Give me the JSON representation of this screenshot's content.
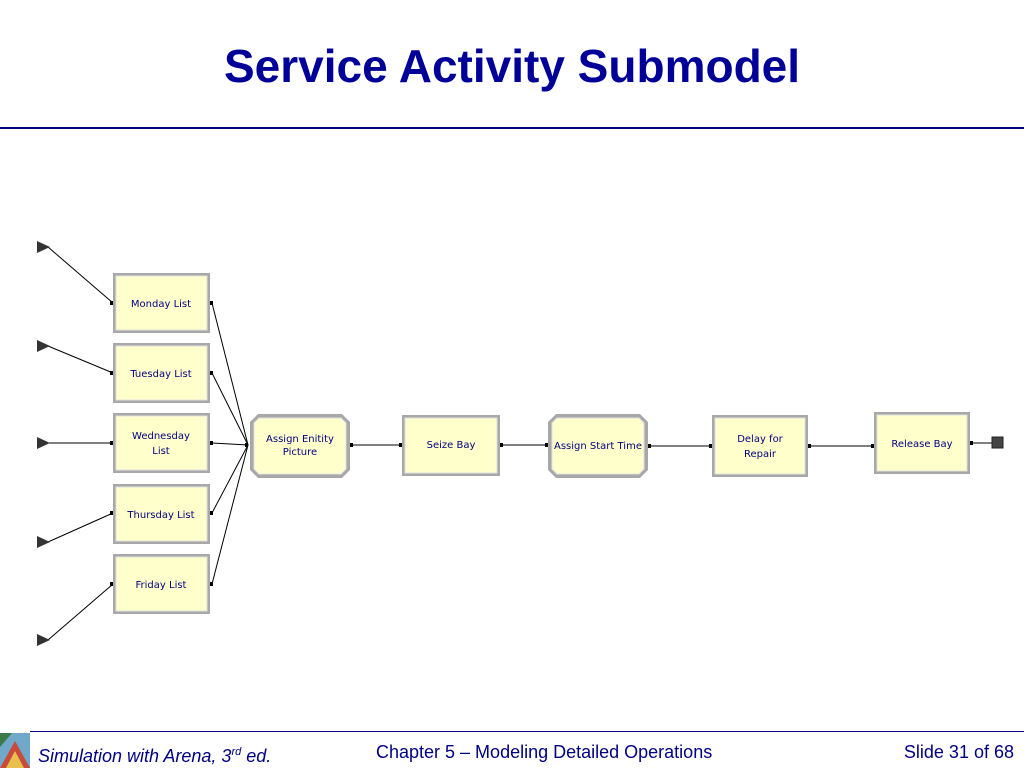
{
  "slide": {
    "title": "Service Activity Submodel"
  },
  "modules": {
    "monday": {
      "line1": "Monday List"
    },
    "tuesday": {
      "line1": "Tuesday List"
    },
    "wednesday": {
      "line1": "Wednesday",
      "line2": "List"
    },
    "thursday": {
      "line1": "Thursday List"
    },
    "friday": {
      "line1": "Friday List"
    },
    "assign_picture": {
      "line1": "Assign Enitity",
      "line2": "Picture"
    },
    "seize_bay": {
      "line1": "Seize Bay"
    },
    "assign_start": {
      "line1": "Assign Start Time"
    },
    "delay_repair": {
      "line1": "Delay for",
      "line2": "Repair"
    },
    "release_bay": {
      "line1": "Release Bay"
    }
  },
  "footer": {
    "book": "Simulation with Arena, 3",
    "book_sup": "rd",
    "book_end": " ed.",
    "chapter": "Chapter 5 – Modeling Detailed Operations",
    "slide": "Slide 31 of 68"
  },
  "colors": {
    "title": "#000099",
    "module_fill": "#FFFFCC",
    "module_border": "#A0A0A0",
    "text": "#000080"
  }
}
